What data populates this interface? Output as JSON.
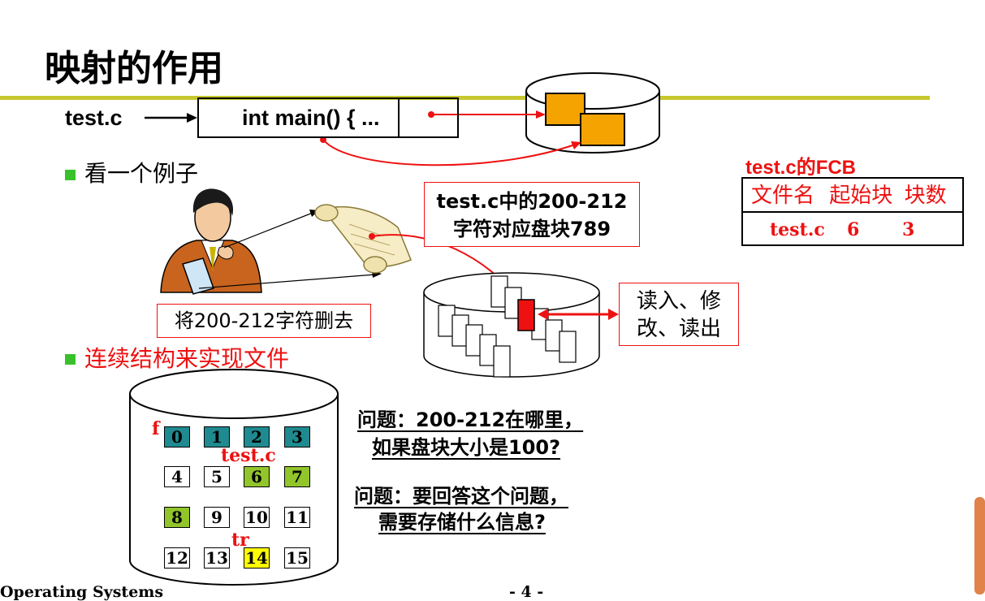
{
  "slide": {
    "title": "映射的作用",
    "file_label": "test.c",
    "code_text": "int main() { ...",
    "bullets": [
      "看一个例子",
      "连续结构来实现文件"
    ],
    "note_lines": [
      "test.c中的200-212",
      "字符对应盘块789"
    ],
    "delete_label": "将200-212字符删去",
    "rw_lines": [
      "读入、修",
      "改、读出"
    ],
    "fcb": {
      "title": "test.c的FCB",
      "headers": [
        "文件名",
        "起始块",
        "块数"
      ],
      "row": [
        "test.c",
        "6",
        "3"
      ]
    },
    "disk_blocks": [
      "0",
      "1",
      "2",
      "3",
      "4",
      "5",
      "6",
      "7",
      "8",
      "9",
      "10",
      "11",
      "12",
      "13",
      "14",
      "15"
    ],
    "disk_labels": {
      "f": "f",
      "test": "test.c",
      "tr": "tr"
    },
    "questions": [
      [
        "问题：200-212在哪里，",
        "如果盘块大小是100?"
      ],
      [
        "问题：要回答这个问题，",
        "需要存储什么信息?"
      ]
    ],
    "footer_left": "Operating Systems",
    "footer_right": "- 4 -"
  },
  "colors": {
    "title_rule": "#c6c82e",
    "bullet_green": "#39c12b",
    "highlight_red": "#ee1111",
    "block_teal": "#1f8a8f",
    "block_green": "#92c52a",
    "block_yellow": "#ffff00",
    "orange_block": "#f5a300"
  }
}
